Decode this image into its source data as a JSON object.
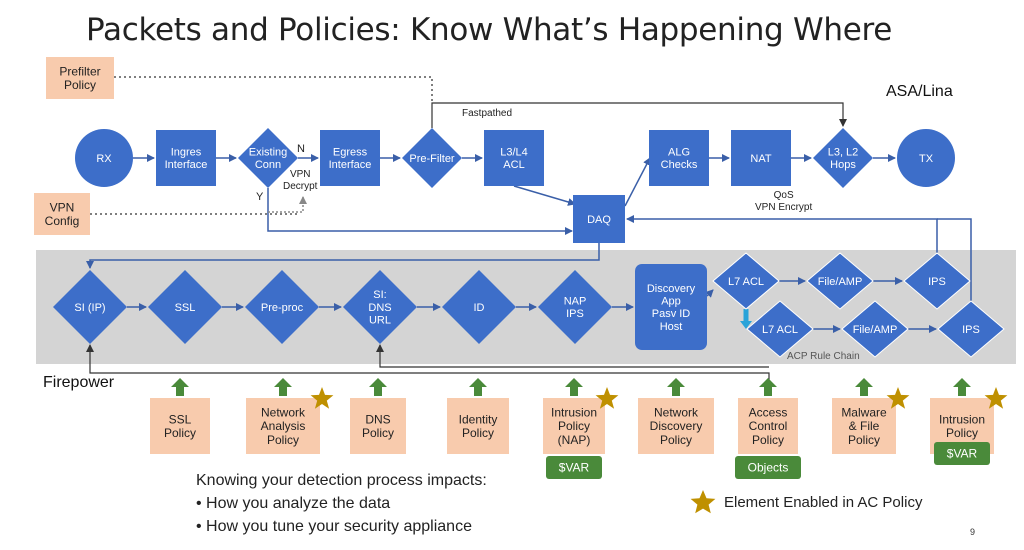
{
  "title": "Packets and Policies: Know What’s Happening Where",
  "labels": {
    "asa": "ASA/Lina",
    "firepower": "Firepower",
    "fastpathed": "Fastpathed",
    "n": "N",
    "y": "Y",
    "vpn_decrypt": "VPN\nDecrypt",
    "qos": "QoS\nVPN Encrypt",
    "acp_chain": "ACP Rule Chain"
  },
  "config_boxes": [
    {
      "name": "prefilter-policy",
      "text": "Prefilter\nPolicy"
    },
    {
      "name": "vpn-config",
      "text": "VPN\nConfig"
    }
  ],
  "lina_nodes": [
    {
      "name": "rx",
      "shape": "circle",
      "text": "RX"
    },
    {
      "name": "ingress-interface",
      "shape": "rect",
      "text": "Ingres\nInterface"
    },
    {
      "name": "existing-conn",
      "shape": "diamond",
      "text": "Existing\nConn"
    },
    {
      "name": "egress-interface",
      "shape": "rect",
      "text": "Egress\nInterface"
    },
    {
      "name": "pre-filter",
      "shape": "diamond",
      "text": "Pre-Filter"
    },
    {
      "name": "l3-l4-acl",
      "shape": "rect",
      "text": "L3/L4\nACL"
    },
    {
      "name": "daq",
      "shape": "rect",
      "text": "DAQ"
    },
    {
      "name": "alg-checks",
      "shape": "rect",
      "text": "ALG\nChecks"
    },
    {
      "name": "nat",
      "shape": "rect",
      "text": "NAT"
    },
    {
      "name": "l3-l2-hops",
      "shape": "diamond",
      "text": "L3, L2\nHops"
    },
    {
      "name": "tx",
      "shape": "circle",
      "text": "TX"
    }
  ],
  "fp_nodes": [
    {
      "name": "si-ip",
      "text": "SI (IP)"
    },
    {
      "name": "ssl",
      "text": "SSL"
    },
    {
      "name": "pre-proc",
      "text": "Pre-proc"
    },
    {
      "name": "si-dns-url",
      "text": "SI:\nDNS\nURL"
    },
    {
      "name": "id",
      "text": "ID"
    },
    {
      "name": "nap-ips",
      "text": "NAP\nIPS"
    },
    {
      "name": "discovery",
      "text": "Discovery\nApp\nPasv ID\nHost"
    },
    {
      "name": "l7-acl-top",
      "text": "L7 ACL"
    },
    {
      "name": "file-amp-top",
      "text": "File/AMP"
    },
    {
      "name": "ips-top",
      "text": "IPS"
    },
    {
      "name": "l7-acl-bottom",
      "text": "L7 ACL"
    },
    {
      "name": "file-amp-bottom",
      "text": "File/AMP"
    },
    {
      "name": "ips-bottom",
      "text": "IPS"
    }
  ],
  "policies": [
    {
      "name": "ssl-policy",
      "text": "SSL\nPolicy",
      "star": false,
      "badge": ""
    },
    {
      "name": "network-analysis-policy",
      "text": "Network\nAnalysis\nPolicy",
      "star": true,
      "badge": ""
    },
    {
      "name": "dns-policy",
      "text": "DNS\nPolicy",
      "star": false,
      "badge": ""
    },
    {
      "name": "identity-policy",
      "text": "Identity\nPolicy",
      "star": false,
      "badge": ""
    },
    {
      "name": "intrusion-policy-nap",
      "text": "Intrusion\nPolicy\n(NAP)",
      "star": true,
      "badge": "$VAR"
    },
    {
      "name": "network-discovery-policy",
      "text": "Network\nDiscovery\nPolicy",
      "star": false,
      "badge": ""
    },
    {
      "name": "access-control-policy",
      "text": "Access\nControl\nPolicy",
      "star": false,
      "badge": "Objects"
    },
    {
      "name": "malware-file-policy",
      "text": "Malware\n& File\nPolicy",
      "star": true,
      "badge": ""
    },
    {
      "name": "intrusion-policy",
      "text": "Intrusion\nPolicy",
      "star": true,
      "badge": "$VAR"
    }
  ],
  "footer": {
    "heading": "Knowing your detection process impacts:",
    "bullets": [
      "• How you analyze the data",
      "• How you tune your security appliance"
    ]
  },
  "legend": {
    "text": "Element Enabled in AC Policy",
    "icon": "star-icon"
  },
  "page_number": "9",
  "colors": {
    "node": "#3d6ec9",
    "node_stroke": "#2f5aa8",
    "policy": "#f8cbad",
    "badge": "#4a8a3a",
    "arrow_up": "#4a8a3a",
    "band": "#d4d4d4",
    "star": "#bf9000",
    "line": "#5a7fc4"
  }
}
